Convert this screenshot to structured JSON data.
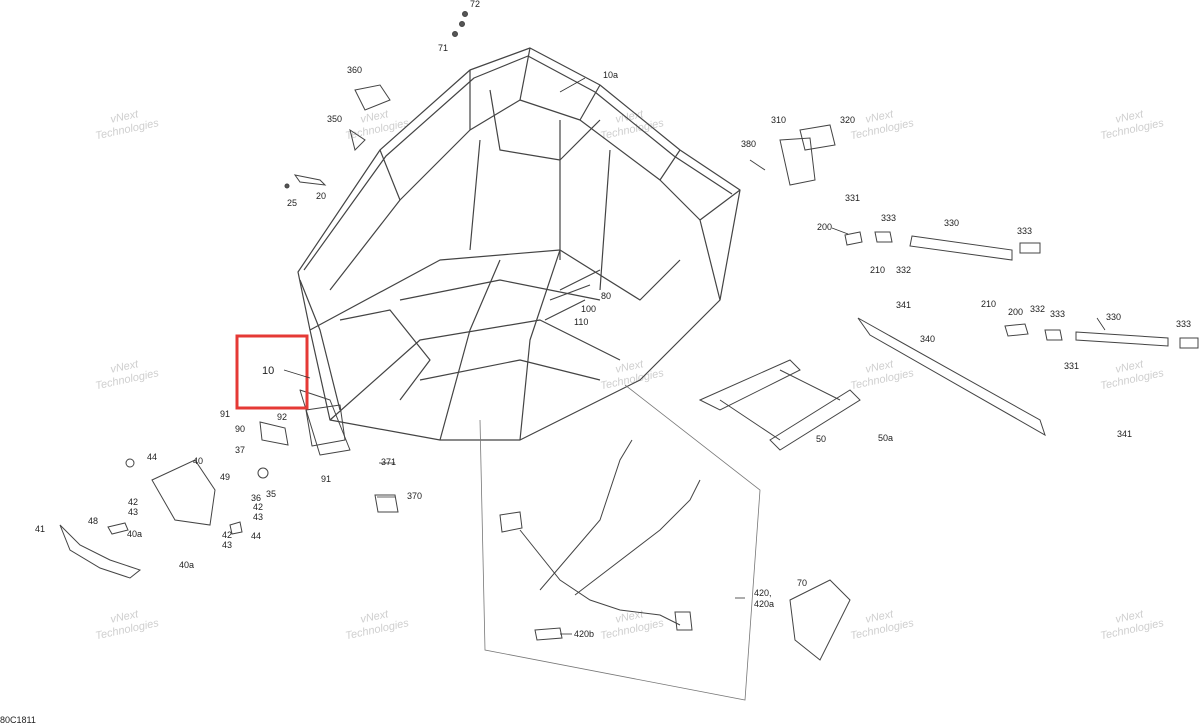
{
  "diagram": {
    "doc_code": "80C1811",
    "highlight_label": "10",
    "watermark_line1": "vNext",
    "watermark_line2": "Technologies",
    "highlight_color": "#e53935",
    "line_color": "#333333",
    "callouts": [
      {
        "id": "72",
        "text": "72"
      },
      {
        "id": "71",
        "text": "71"
      },
      {
        "id": "360",
        "text": "360"
      },
      {
        "id": "350",
        "text": "350"
      },
      {
        "id": "10a",
        "text": "10a"
      },
      {
        "id": "310",
        "text": "310"
      },
      {
        "id": "320",
        "text": "320"
      },
      {
        "id": "380",
        "text": "380"
      },
      {
        "id": "25",
        "text": "25"
      },
      {
        "id": "20",
        "text": "20"
      },
      {
        "id": "331a",
        "text": "331"
      },
      {
        "id": "333a",
        "text": "333"
      },
      {
        "id": "200a",
        "text": "200"
      },
      {
        "id": "330a",
        "text": "330"
      },
      {
        "id": "333b",
        "text": "333"
      },
      {
        "id": "210a",
        "text": "210"
      },
      {
        "id": "332a",
        "text": "332"
      },
      {
        "id": "80",
        "text": "80"
      },
      {
        "id": "100",
        "text": "100"
      },
      {
        "id": "110",
        "text": "110"
      },
      {
        "id": "341a",
        "text": "341"
      },
      {
        "id": "210b",
        "text": "210"
      },
      {
        "id": "200b",
        "text": "200"
      },
      {
        "id": "332b",
        "text": "332"
      },
      {
        "id": "333c",
        "text": "333"
      },
      {
        "id": "330b",
        "text": "330"
      },
      {
        "id": "333d",
        "text": "333"
      },
      {
        "id": "340",
        "text": "340"
      },
      {
        "id": "331b",
        "text": "331"
      },
      {
        "id": "91a",
        "text": "91"
      },
      {
        "id": "92",
        "text": "92"
      },
      {
        "id": "90",
        "text": "90"
      },
      {
        "id": "37",
        "text": "37"
      },
      {
        "id": "91b",
        "text": "91"
      },
      {
        "id": "371",
        "text": "371"
      },
      {
        "id": "370",
        "text": "370"
      },
      {
        "id": "44a",
        "text": "44"
      },
      {
        "id": "40",
        "text": "40"
      },
      {
        "id": "49",
        "text": "49"
      },
      {
        "id": "36",
        "text": "36"
      },
      {
        "id": "35",
        "text": "35"
      },
      {
        "id": "42a",
        "text": "42"
      },
      {
        "id": "43a",
        "text": "43"
      },
      {
        "id": "42b",
        "text": "42"
      },
      {
        "id": "43b",
        "text": "43"
      },
      {
        "id": "48",
        "text": "48"
      },
      {
        "id": "40a1",
        "text": "40a"
      },
      {
        "id": "41",
        "text": "41"
      },
      {
        "id": "42c",
        "text": "42"
      },
      {
        "id": "43c",
        "text": "43"
      },
      {
        "id": "44b",
        "text": "44"
      },
      {
        "id": "40a2",
        "text": "40a"
      },
      {
        "id": "50",
        "text": "50"
      },
      {
        "id": "50a",
        "text": "50a"
      },
      {
        "id": "341b",
        "text": "341"
      },
      {
        "id": "420",
        "text": "420,"
      },
      {
        "id": "420a",
        "text": "420a"
      },
      {
        "id": "70",
        "text": "70"
      },
      {
        "id": "420b",
        "text": "420b"
      }
    ]
  }
}
